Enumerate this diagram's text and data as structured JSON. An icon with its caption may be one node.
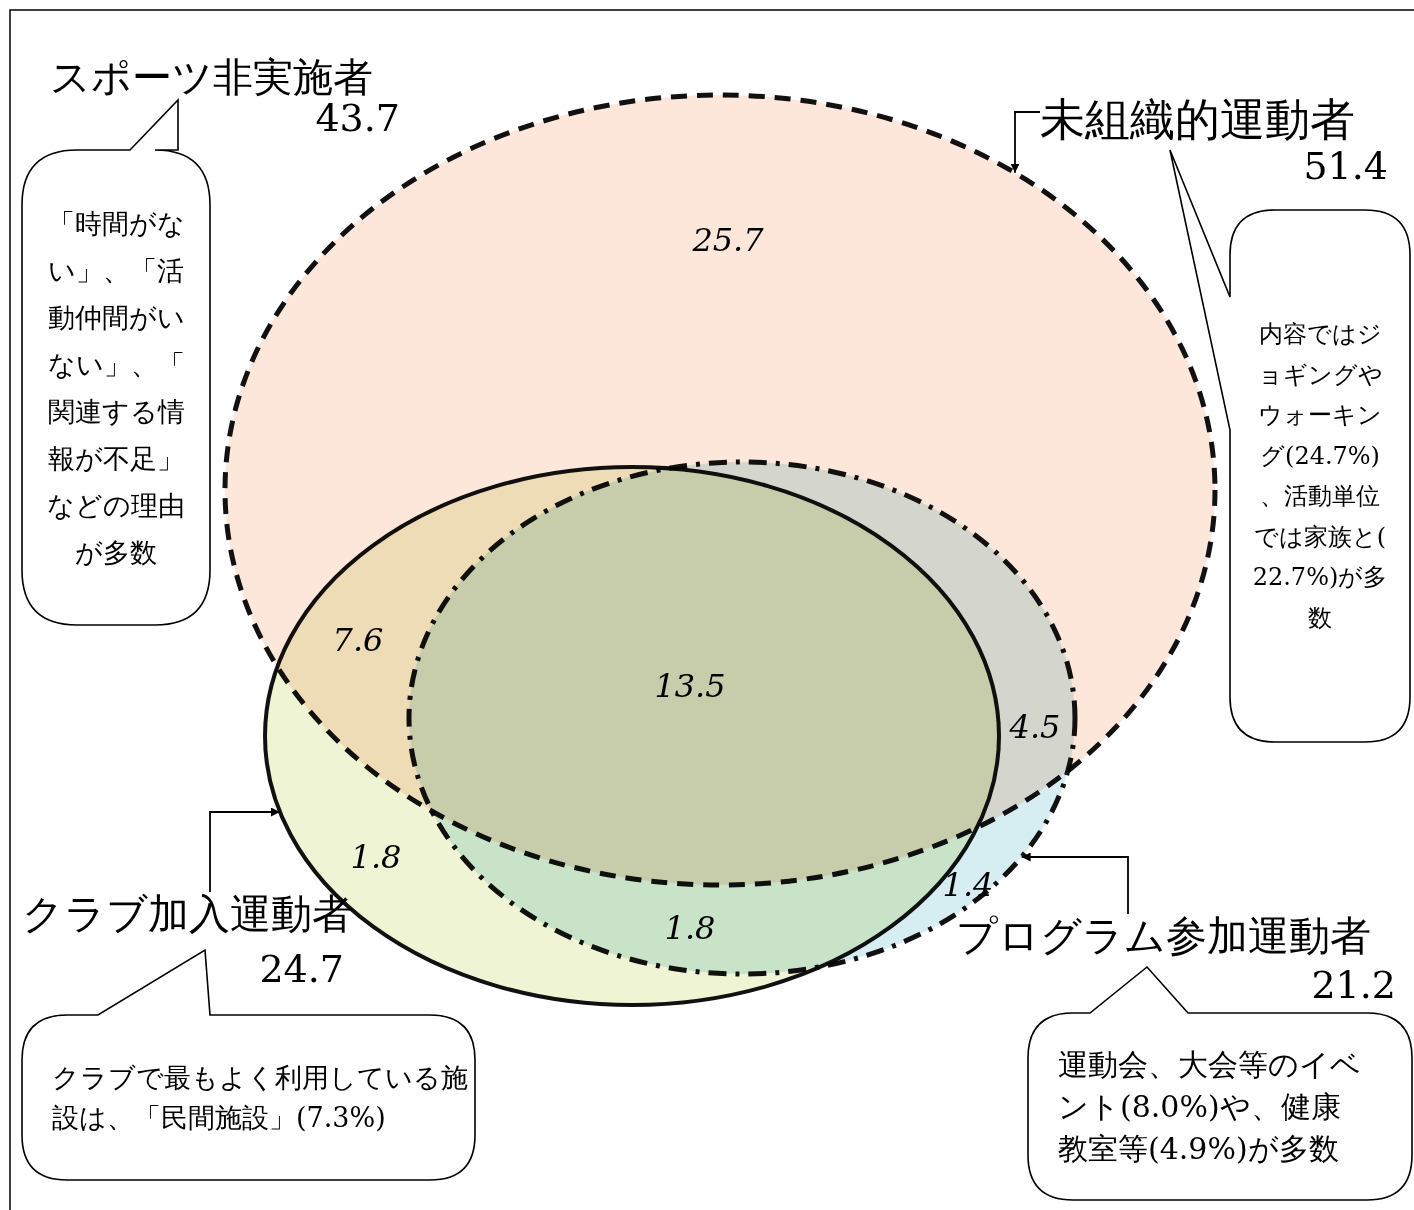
{
  "diagram": {
    "nodes": [
      {
        "text": [
          "スポーツ非実施者",
          "43.7"
        ]
      },
      {
        "text": [
          "「時間がない」、「活動仲間がいない」、「関連する情報が不足」などの理由が多数"
        ]
      },
      {
        "text": [
          "未組織的運動者",
          "51.4"
        ]
      },
      {
        "text": [
          "内容ではジョギングやウォーキング(24.7%)、活動単位では家族と(22.7%)が多数"
        ]
      },
      {
        "text": [],
        "shape": "ellipse"
      },
      {
        "text": [],
        "shape": "ellipse"
      },
      {
        "text": [],
        "shape": "ellipse"
      },
      {
        "text": [
          "クラブ加入運動者",
          "24.7"
        ]
      },
      {
        "text": [
          "クラブで最もよく利用している施設は、「民間施設」(7.3%)"
        ]
      },
      {
        "text": [
          "プログラム参加運動者",
          "21.2"
        ]
      },
      {
        "text": [
          "運動会、大会等のイベント(8.0%)や、健康教室等(4.9%)が多数"
        ]
      }
    ],
    "edges": [
      {
        "from": 2,
        "to": 4,
        "arrow": "to"
      },
      {
        "from": 7,
        "to": 5,
        "arrow": "to"
      },
      {
        "from": 9,
        "to": 6,
        "arrow": "to"
      }
    ],
    "labels": [
      "25.7",
      "7.6",
      "13.5",
      "4.5",
      "1.8",
      "1.4",
      "1.8"
    ]
  }
}
